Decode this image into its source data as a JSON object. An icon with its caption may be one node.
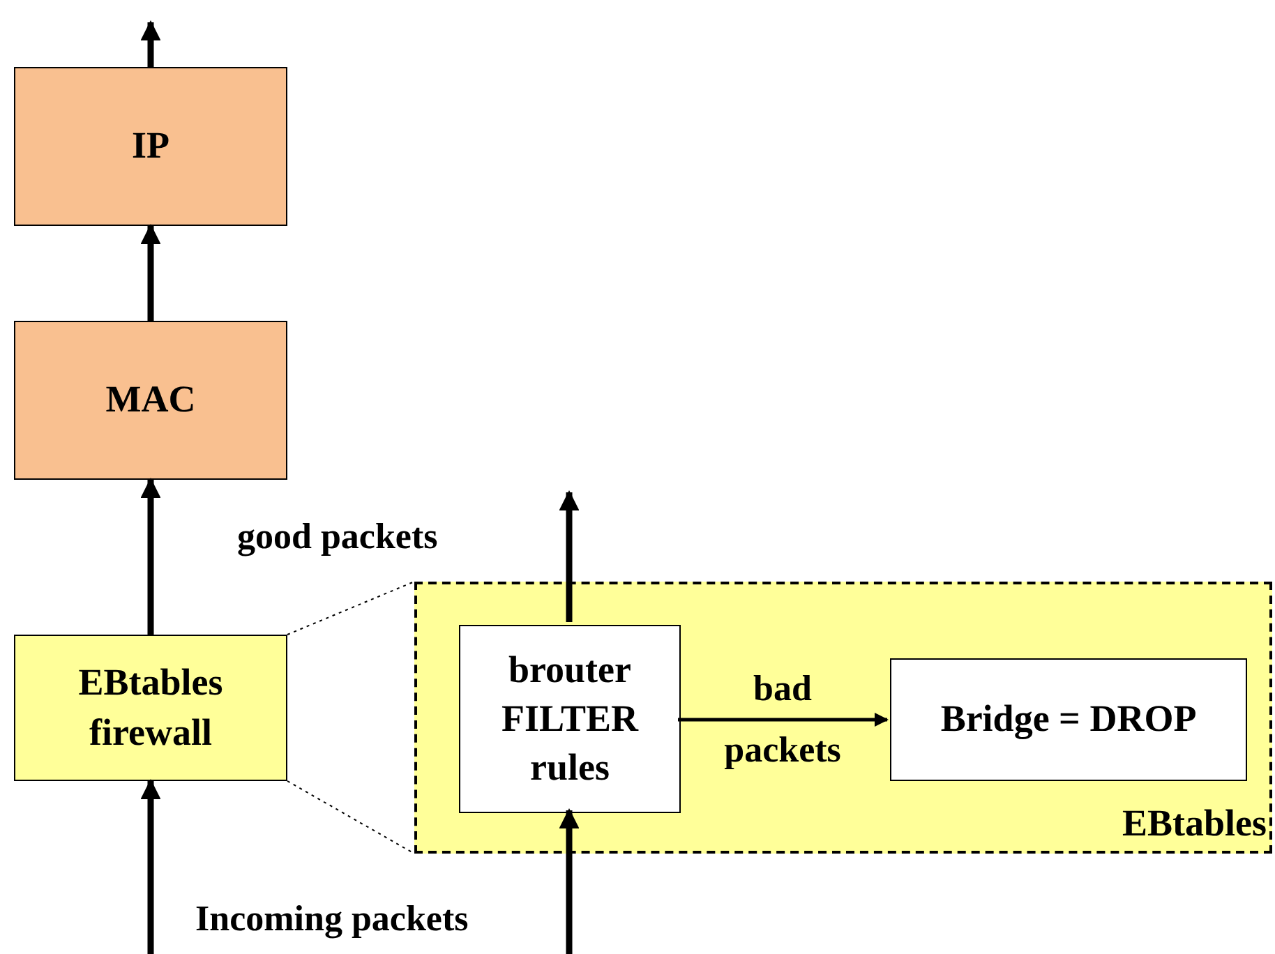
{
  "diagram": {
    "nodes": [
      {
        "text": [
          "IP"
        ]
      },
      {
        "text": [
          "MAC"
        ]
      },
      {
        "text": [
          "EBtables firewall"
        ]
      },
      {
        "text": [
          "EBtables"
        ]
      },
      {
        "text": [
          "brouter FILTER rules"
        ],
        "in": 3
      },
      {
        "text": [
          "Bridge = DROP"
        ],
        "in": 3
      }
    ],
    "edges": [
      {
        "from": 0,
        "to": null,
        "arrow": "to"
      },
      {
        "from": 1,
        "to": 0,
        "arrow": "to"
      },
      {
        "from": 2,
        "to": 1,
        "arrow": "to"
      },
      {
        "from": null,
        "to": 2,
        "arrow": "to"
      },
      {
        "from": 4,
        "to": null,
        "arrow": "to"
      },
      {
        "from": null,
        "to": 4,
        "arrow": "to"
      },
      {
        "from": 4,
        "to": 5,
        "arrow": "to",
        "label": "bad packets"
      },
      {
        "from": 2,
        "to": 3,
        "arrow": "none",
        "style": "dashed"
      },
      {
        "from": 2,
        "to": 3,
        "arrow": "none",
        "style": "dashed"
      }
    ],
    "labels": [
      "good packets",
      "Incoming packets"
    ]
  }
}
